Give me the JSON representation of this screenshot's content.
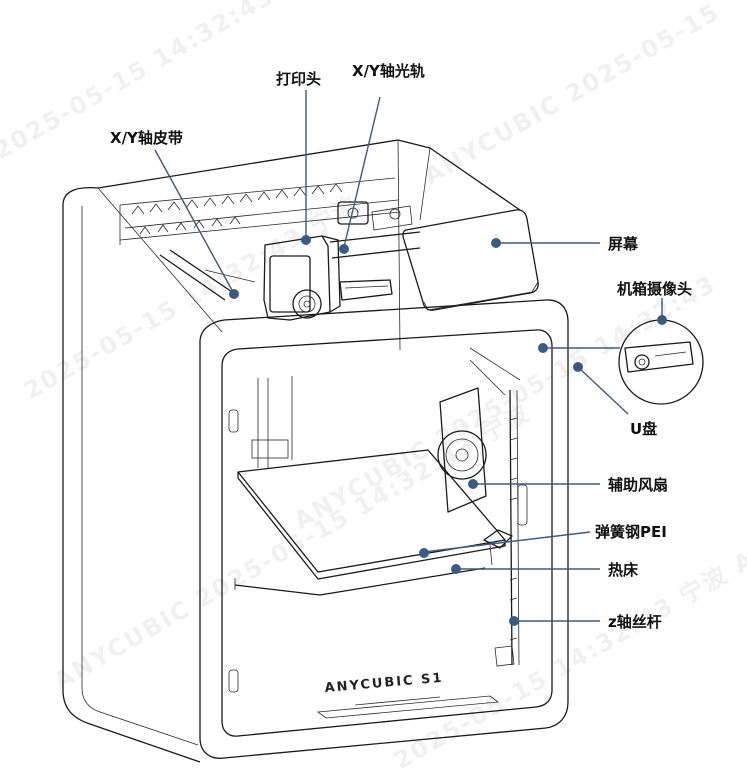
{
  "diagram": {
    "brand_label": "ANYCUBIC S1",
    "colors": {
      "leader": "#3d5a80",
      "outline": "#1a1a1a",
      "label": "#111111"
    },
    "callouts": [
      {
        "id": "print-head",
        "text": "打印头"
      },
      {
        "id": "xy-rail",
        "text": "X/Y轴光轨"
      },
      {
        "id": "xy-belt",
        "text": "X/Y轴皮带"
      },
      {
        "id": "screen",
        "text": "屏幕"
      },
      {
        "id": "chamber-camera",
        "text": "机箱摄像头"
      },
      {
        "id": "usb-drive",
        "text": "U盘"
      },
      {
        "id": "aux-fan",
        "text": "辅助风扇"
      },
      {
        "id": "pei-plate",
        "text": "弹簧钢PEI"
      },
      {
        "id": "heated-bed",
        "text": "热床"
      },
      {
        "id": "z-lead-screw",
        "text": "z轴丝杆"
      }
    ]
  },
  "watermark": {
    "lines": [
      "2025-05-15 14:32:43 宁波",
      "ANYCUBIC 2025-05-15",
      "2025-05-15 14:32:43 宁波",
      "ANYCUBIC 2025-05-15 14:32:43",
      "ANYCUBIC 2025-05-15 14:32:43 宁波",
      "2025-05-15 14:32:43 宁波 ANYCUBIC"
    ]
  }
}
